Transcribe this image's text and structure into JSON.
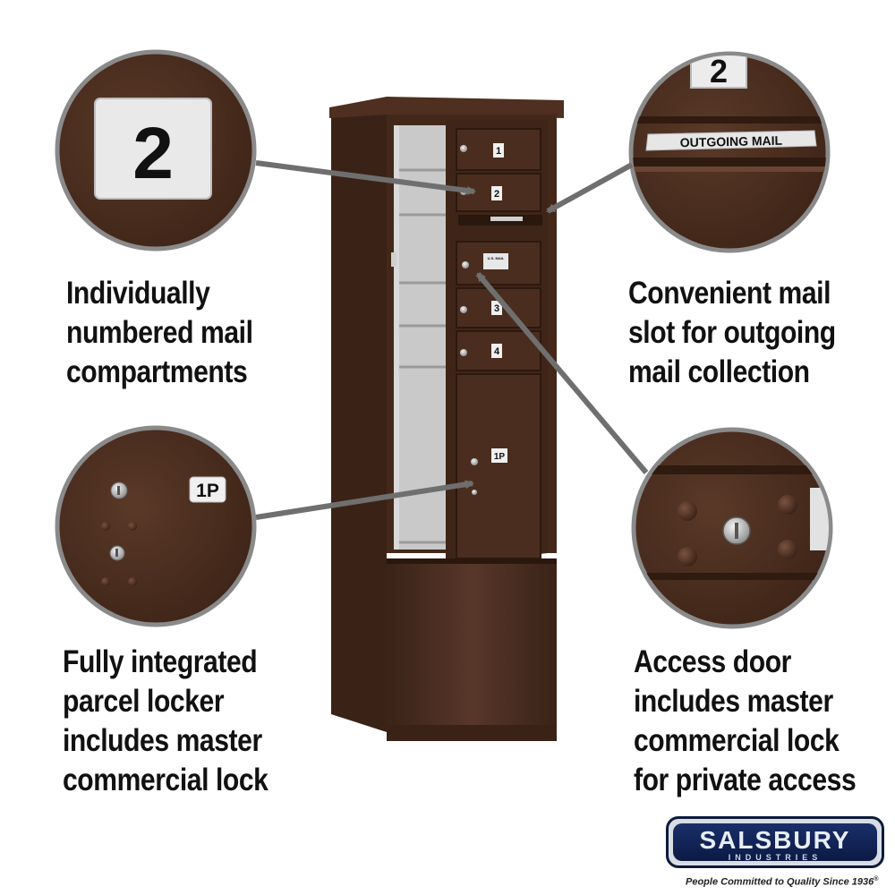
{
  "captions": {
    "top_left": [
      "Individually",
      "numbered mail",
      "compartments"
    ],
    "top_right": [
      "Convenient mail",
      "slot for outgoing",
      "mail collection"
    ],
    "bottom_left": [
      "Fully integrated",
      "parcel locker",
      "includes master",
      "commercial lock"
    ],
    "bottom_right": [
      "Access door",
      "includes master",
      "commercial lock",
      "for private access"
    ]
  },
  "zoom_labels": {
    "compartment_number": "2",
    "outgoing_slot_number": "2",
    "outgoing_mail": "OUTGOING MAIL",
    "parcel_label": "1P"
  },
  "mailbox_labels": {
    "doors": [
      "1",
      "2",
      "3",
      "4"
    ],
    "parcel": "1P",
    "us_mail": "U.S. MAIL"
  },
  "brand": {
    "name": "SALSBURY",
    "sub": "INDUSTRIES",
    "tagline": "People Committed to Quality Since 1936",
    "tagline_mark": "®"
  },
  "colors": {
    "bronze": "#4a2e1e",
    "bronze_dark": "#2f1b10",
    "circle_border": "#8a8a8a",
    "arrow": "#6f6f6f"
  }
}
